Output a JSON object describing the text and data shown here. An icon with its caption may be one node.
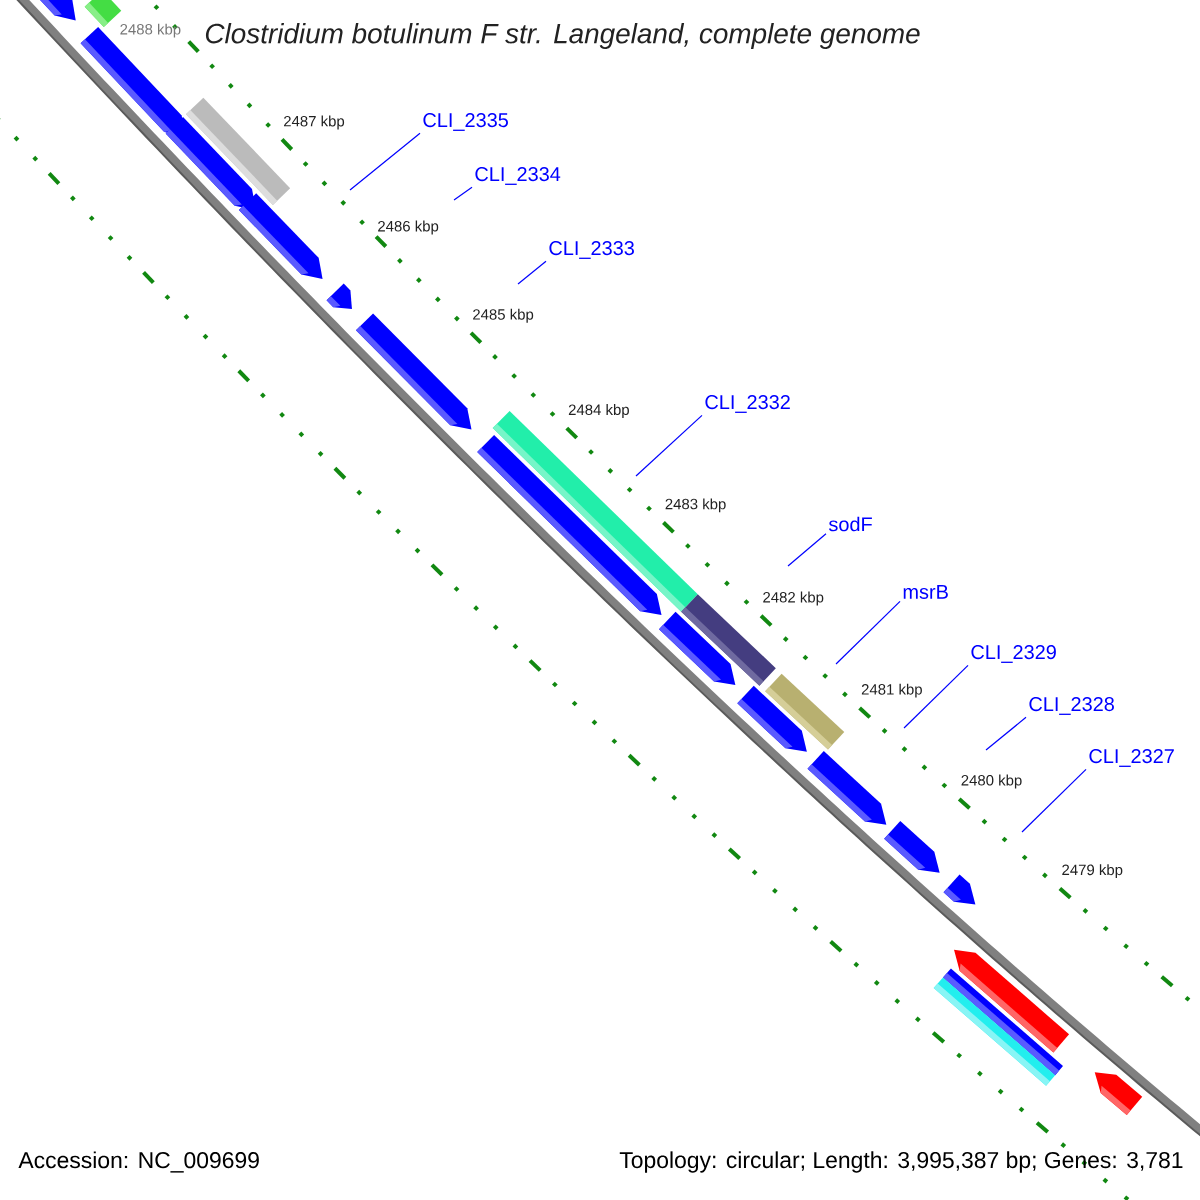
{
  "diagram": {
    "title": "Clostridium botulinum F str. Langeland, complete genome",
    "nodes": [
      {
        "text": [
          "CLI_2335"
        ]
      },
      {
        "text": [
          "CLI_2334"
        ]
      },
      {
        "text": [
          "CLI_2333"
        ]
      },
      {
        "text": [
          "CLI_2332"
        ]
      },
      {
        "text": [
          "sodF"
        ]
      },
      {
        "text": [
          "msrB"
        ]
      },
      {
        "text": [
          "CLI_2329"
        ]
      },
      {
        "text": [
          "CLI_2328"
        ]
      },
      {
        "text": [
          "CLI_2327"
        ]
      }
    ],
    "edges": [
      {
        "from": 0,
        "to": null,
        "arrow": "none"
      },
      {
        "from": 1,
        "to": null,
        "arrow": "none"
      },
      {
        "from": 2,
        "to": null,
        "arrow": "none"
      },
      {
        "from": 3,
        "to": null,
        "arrow": "none"
      },
      {
        "from": 4,
        "to": null,
        "arrow": "none"
      },
      {
        "from": 5,
        "to": null,
        "arrow": "none"
      },
      {
        "from": 6,
        "to": null,
        "arrow": "none"
      },
      {
        "from": 7,
        "to": null,
        "arrow": "none"
      },
      {
        "from": 8,
        "to": null,
        "arrow": "none"
      }
    ],
    "labels": [
      "2488 kbp",
      "2487 kbp",
      "2486 kbp",
      "2485 kbp",
      "2484 kbp",
      "2483 kbp",
      "2482 kbp",
      "2481 kbp",
      "2480 kbp",
      "2479 kbp",
      "Accession: NC_009699",
      "Topology: circular; Length: 3,995,387 bp; Genes: 3,781"
    ]
  }
}
